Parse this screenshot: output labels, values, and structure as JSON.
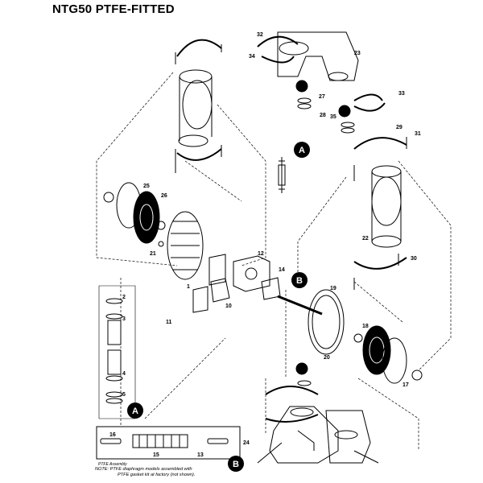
{
  "title": "NTG50 PTFE-FITTED",
  "part_numbers": {
    "p1": "1",
    "p2": "2",
    "p3": "3",
    "p4": "4",
    "p5": "5",
    "p10": "10",
    "p11": "11",
    "p12": "12",
    "p13": "13",
    "p14": "14",
    "p15": "15",
    "p16": "16",
    "p17": "17",
    "p18": "18",
    "p19": "19",
    "p20": "20",
    "p21": "21",
    "p22": "22",
    "p23": "23",
    "p24": "24",
    "p25": "25",
    "p26": "26",
    "p27": "27",
    "p28": "28",
    "p29": "29",
    "p30": "30",
    "p31": "31",
    "p32": "32",
    "p33": "33",
    "p34": "34",
    "p35": "35"
  },
  "detail_markers": {
    "a": "A",
    "b": "B"
  },
  "ptfe_box_label": "PTFE Assembly",
  "note": {
    "line1": "NOTE: PTFE diaphragm models assembled with",
    "line2": "PTFE gasket kit at factory (not shown)."
  }
}
